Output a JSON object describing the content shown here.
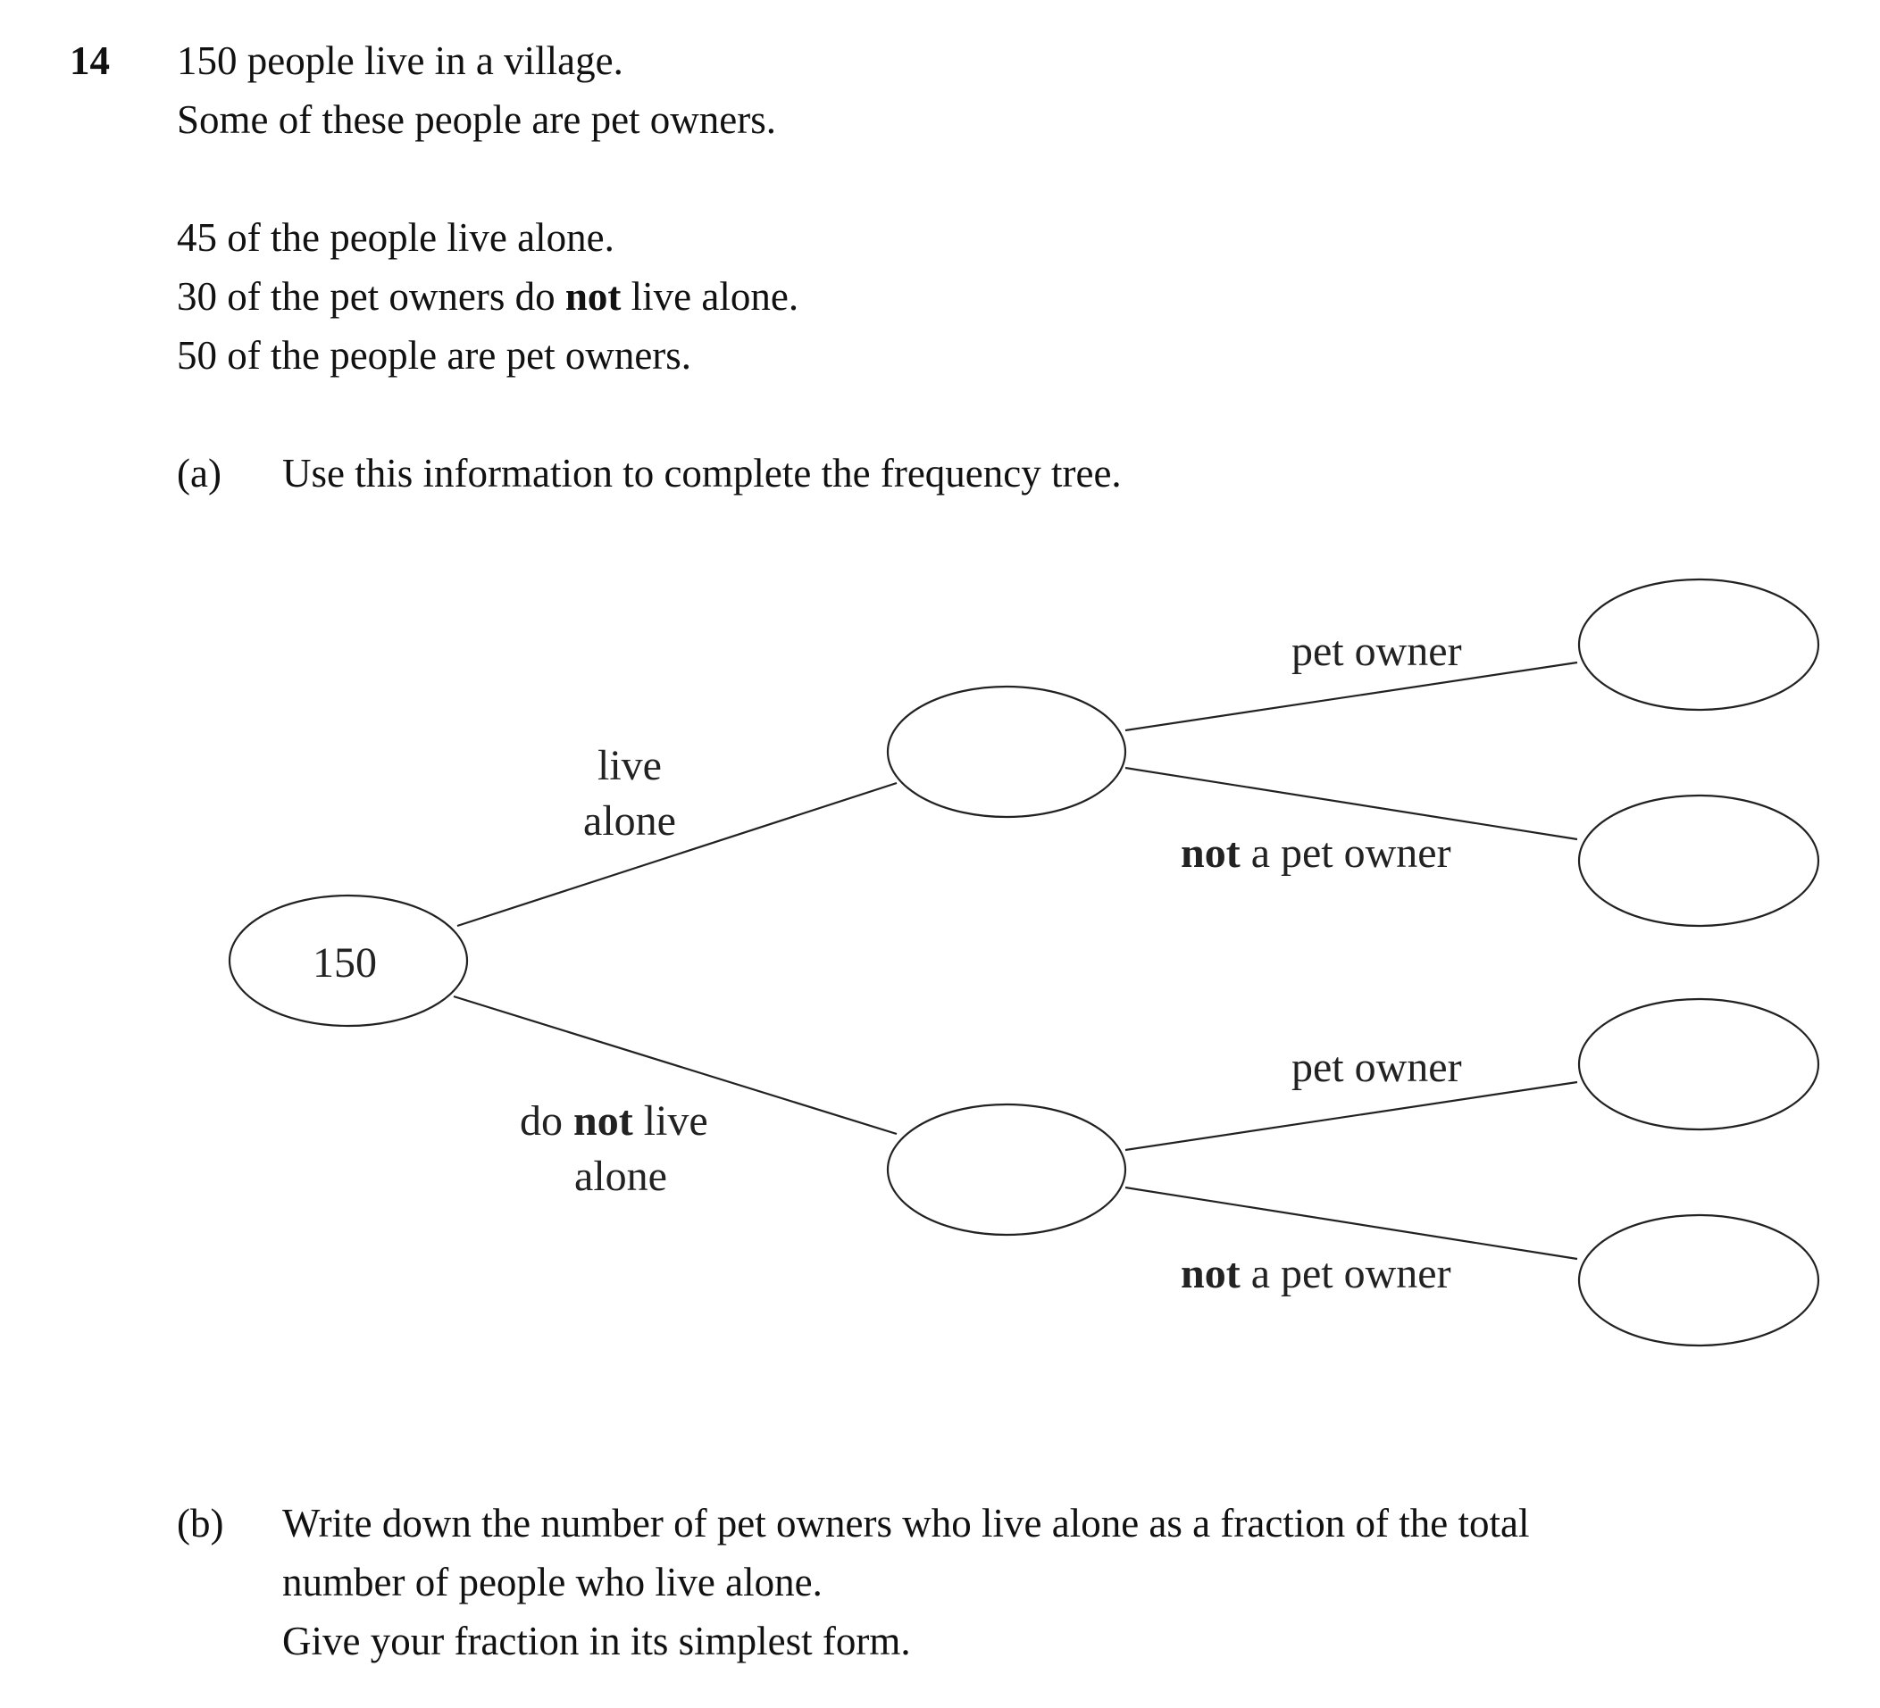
{
  "question": {
    "number": "14",
    "intro": [
      "150 people live in a village.",
      "Some of these people are pet owners."
    ],
    "facts": {
      "f1": "45 of the people live alone.",
      "f2_pre": "30 of the pet owners do ",
      "f2_bold": "not",
      "f2_post": " live alone.",
      "f3": "50 of the people are pet owners."
    },
    "part_a": {
      "label": "(a)",
      "text": "Use this information to complete the frequency tree."
    },
    "part_b": {
      "label": "(b)",
      "lines": [
        "Write down the number of pet owners who live alone as a fraction of the total",
        "number of people who live alone.",
        "Give your fraction in its simplest form."
      ]
    }
  },
  "tree": {
    "root_value": "150",
    "branch_live_alone": [
      "live",
      "alone"
    ],
    "branch_not_alone": {
      "pre": "do ",
      "bold": "not",
      "post": " live",
      "line2": "alone"
    },
    "pet_owner": "pet owner",
    "not_pet_owner": {
      "bold": "not",
      "rest": " a pet owner"
    }
  }
}
